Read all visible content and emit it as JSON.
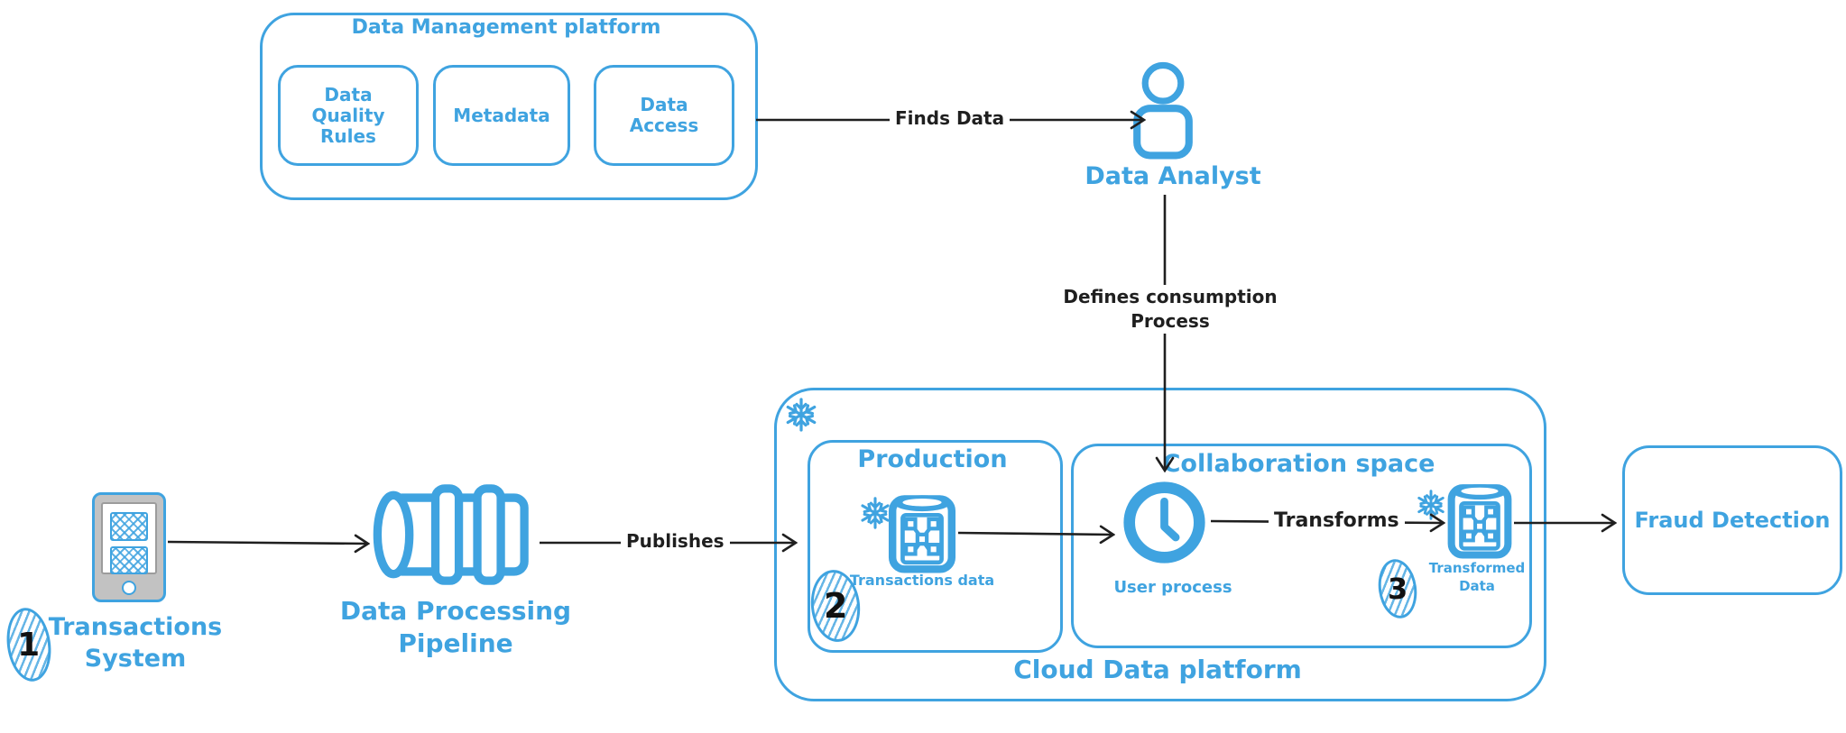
{
  "colors": {
    "blue": "#3fa3e0",
    "ink": "#1f1f1f",
    "phone_gray": "#c2c2c2"
  },
  "management_platform": {
    "title": "Data Management platform",
    "boxes": [
      {
        "label": "Data\nQuality\nRules"
      },
      {
        "label": "Metadata"
      },
      {
        "label": "Data\nAccess"
      }
    ]
  },
  "analyst": {
    "label": "Data Analyst"
  },
  "edges": {
    "finds_data": "Finds Data",
    "defines_consumption": "Defines consumption\nProcess",
    "publishes": "Publishes",
    "transforms": "Transforms"
  },
  "transactions_system": {
    "badge": "1",
    "label": "Transactions\nSystem"
  },
  "pipeline": {
    "label": "Data Processing\nPipeline"
  },
  "cloud_platform": {
    "title": "Cloud Data platform",
    "production": {
      "title": "Production",
      "badge": "2",
      "dataset_label": "Transactions data"
    },
    "collaboration": {
      "title": "Collaboration space",
      "process_label": "User process",
      "badge": "3",
      "dataset_label": "Transformed\nData"
    }
  },
  "fraud_detection": {
    "label": "Fraud Detection"
  },
  "icons": {
    "snowflake": "snowflake-icon",
    "dataset": "database-dataset-icon",
    "clock": "clock-icon",
    "person": "person-icon",
    "pipeline": "pipeline-cylinder-icon",
    "phone": "mobile-device-icon"
  }
}
